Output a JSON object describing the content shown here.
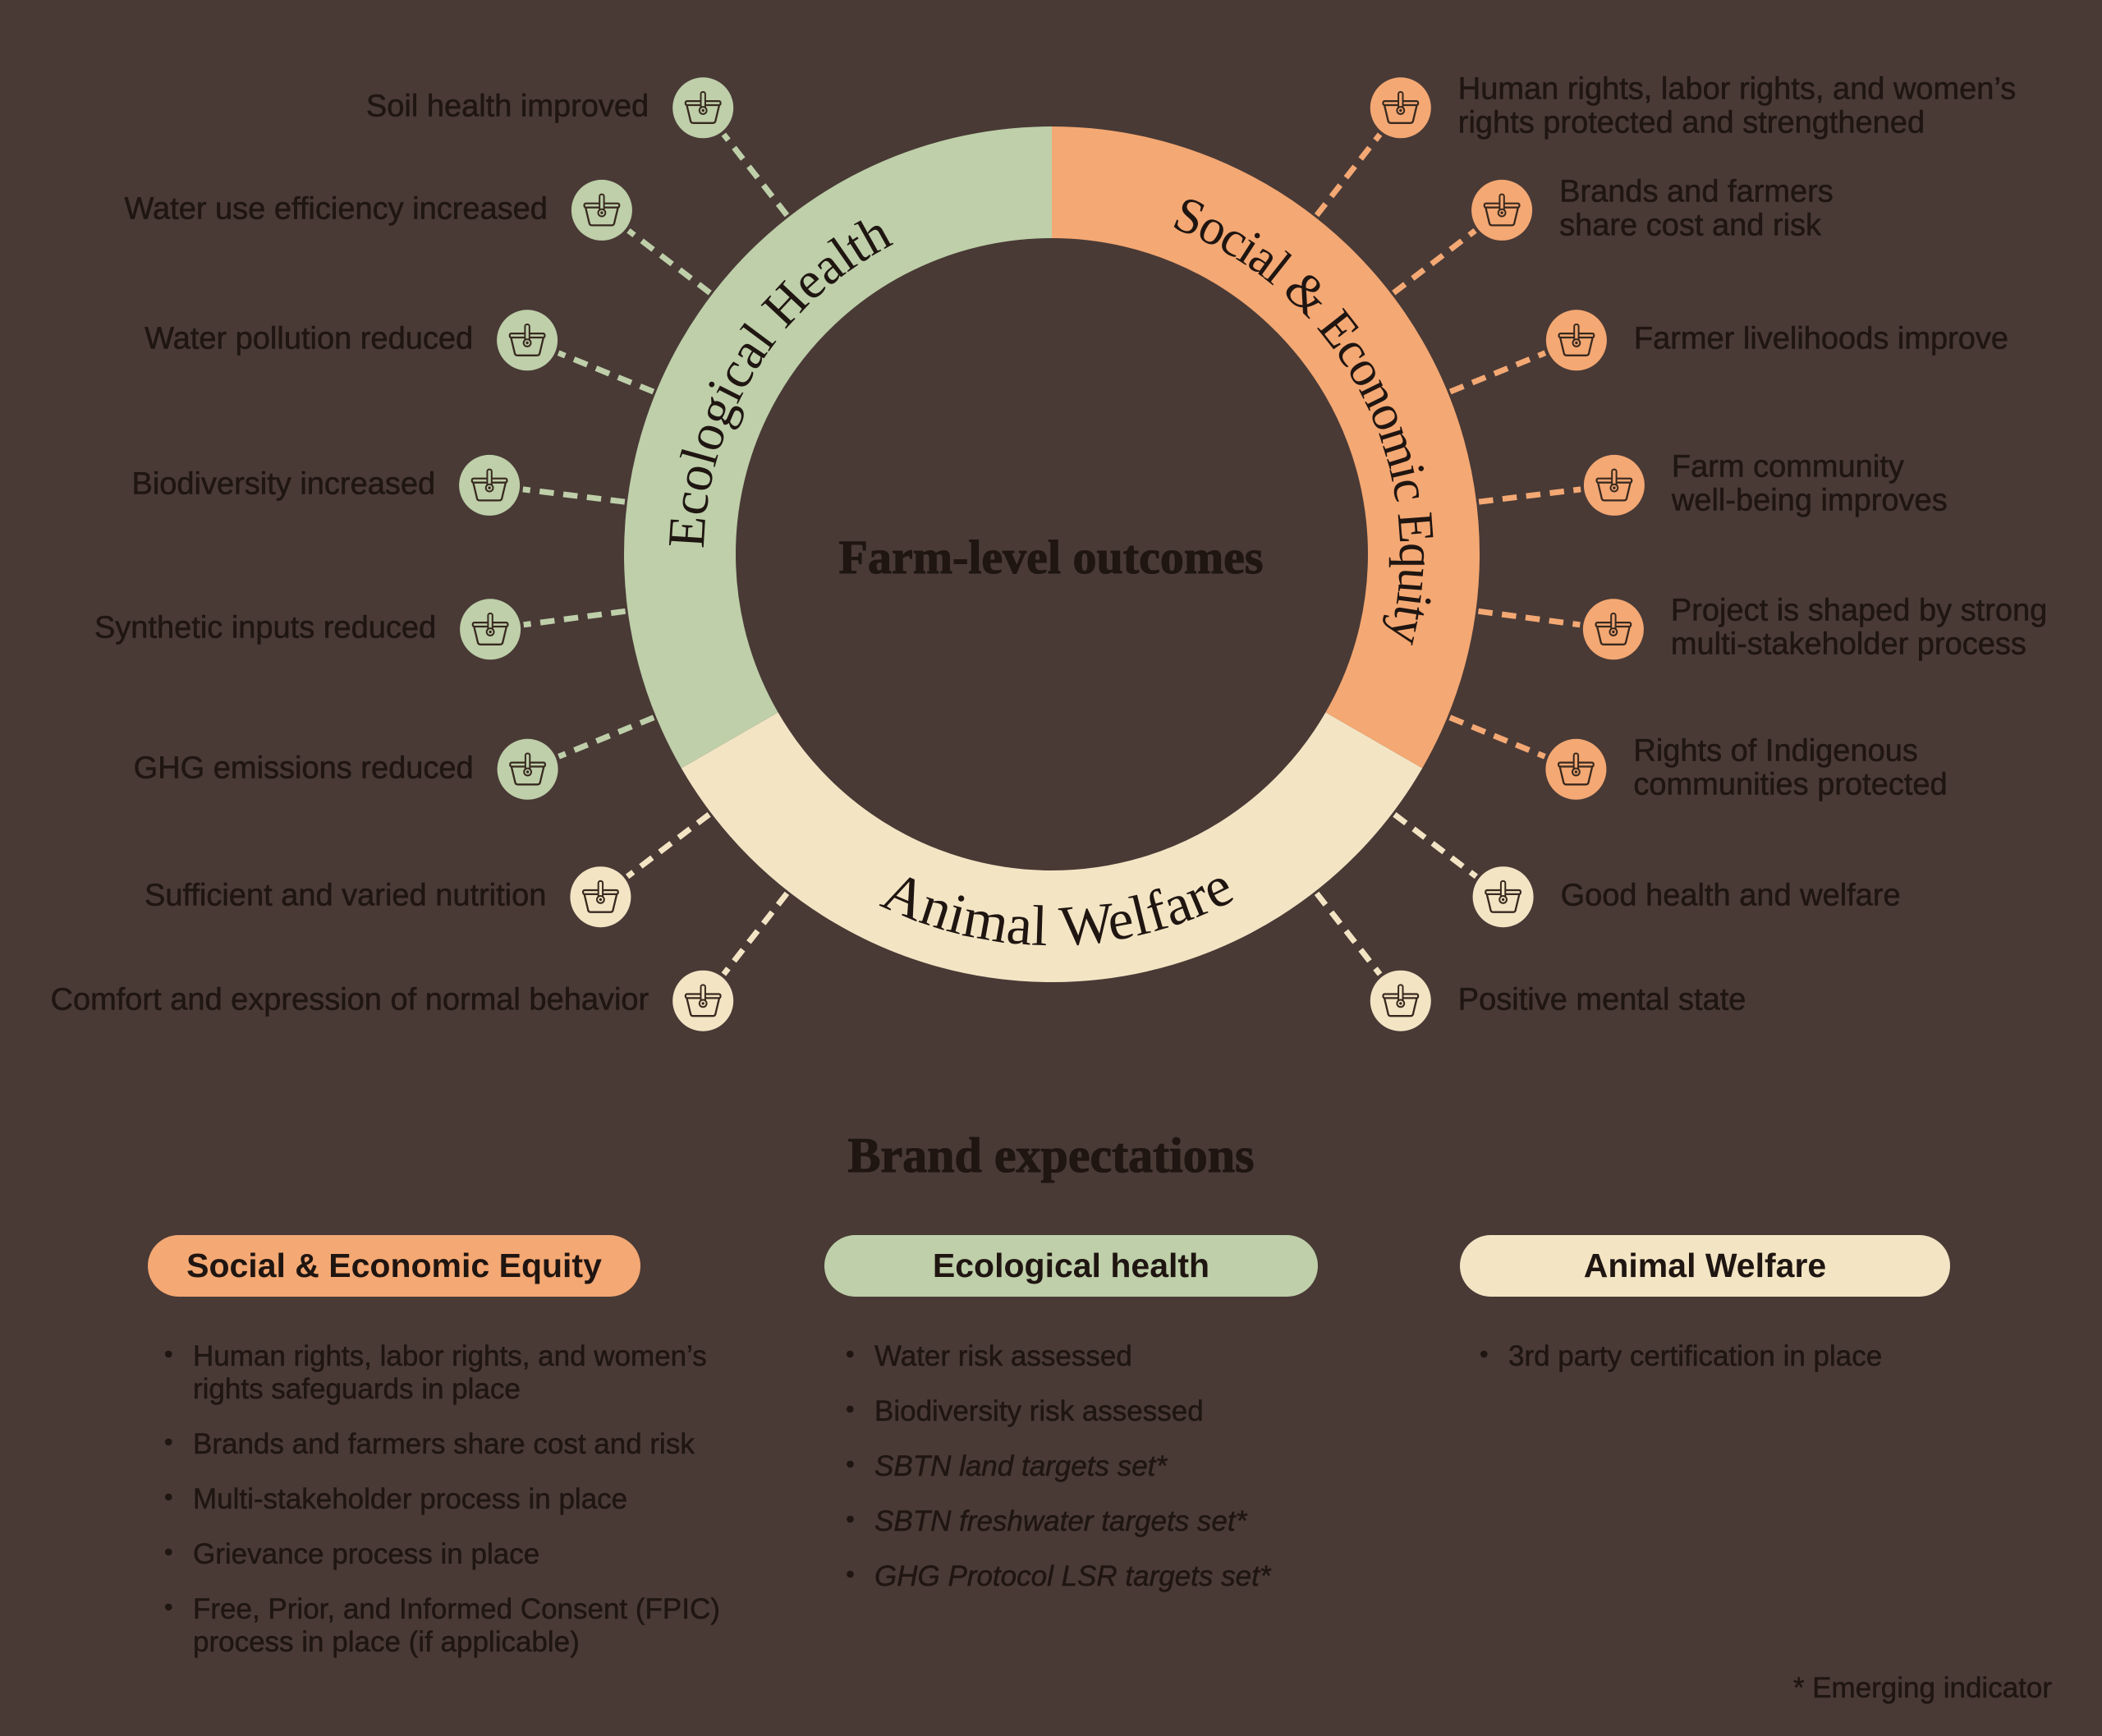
{
  "title": "Farm-level outcomes",
  "ring": {
    "center_label": "Farm-level outcomes",
    "segments": [
      {
        "id": "ecological",
        "label": "Ecological Health",
        "color": "#BECFA9"
      },
      {
        "id": "social",
        "label": "Social & Economic Equity",
        "color": "#F4A873"
      },
      {
        "id": "animal",
        "label": "Animal Welfare",
        "color": "#F3E5C4"
      }
    ]
  },
  "outcomes": {
    "left": [
      {
        "text": "Soil health improved",
        "segment": "ecological"
      },
      {
        "text": "Water use efficiency increased",
        "segment": "ecological"
      },
      {
        "text": "Water pollution reduced",
        "segment": "ecological"
      },
      {
        "text": "Biodiversity increased",
        "segment": "ecological"
      },
      {
        "text": "Synthetic inputs reduced",
        "segment": "ecological"
      },
      {
        "text": "GHG emissions reduced",
        "segment": "ecological"
      },
      {
        "text": "Sufficient and varied nutrition",
        "segment": "animal"
      },
      {
        "text": "Comfort and expression of normal behavior",
        "segment": "animal"
      }
    ],
    "right": [
      {
        "text": "Human rights, labor rights, and women’s\nrights protected and strengthened",
        "segment": "social"
      },
      {
        "text": "Brands and farmers\nshare cost and risk",
        "segment": "social"
      },
      {
        "text": "Farmer livelihoods improve",
        "segment": "social"
      },
      {
        "text": "Farm community\nwell-being improves",
        "segment": "social"
      },
      {
        "text": "Project is shaped by strong\nmulti-stakeholder process",
        "segment": "social"
      },
      {
        "text": "Rights of Indigenous\ncommunities protected",
        "segment": "social"
      },
      {
        "text": "Good health and welfare",
        "segment": "animal"
      },
      {
        "text": "Positive mental state",
        "segment": "animal"
      }
    ]
  },
  "brand_expectations": {
    "heading": "Brand expectations",
    "columns": [
      {
        "pill": "Social & Economic Equity",
        "color": "#F4A873",
        "items": [
          {
            "text": "Human rights, labor rights, and women’s\nrights safeguards in place",
            "italic": false
          },
          {
            "text": "Brands and farmers share cost and risk",
            "italic": false
          },
          {
            "text": "Multi-stakeholder process in place",
            "italic": false
          },
          {
            "text": "Grievance process in place",
            "italic": false
          },
          {
            "text": "Free, Prior, and Informed Consent (FPIC)\nprocess in place (if applicable)",
            "italic": false
          }
        ]
      },
      {
        "pill": "Ecological health",
        "color": "#BECFA9",
        "items": [
          {
            "text": "Water risk assessed",
            "italic": false
          },
          {
            "text": "Biodiversity risk assessed",
            "italic": false
          },
          {
            "text": "SBTN land targets set*",
            "italic": true
          },
          {
            "text": "SBTN freshwater targets set*",
            "italic": true
          },
          {
            "text": "GHG Protocol LSR targets set*",
            "italic": true
          }
        ]
      },
      {
        "pill": "Animal Welfare",
        "color": "#F3E5C4",
        "items": [
          {
            "text": "3rd party certification in place",
            "italic": false
          }
        ]
      }
    ],
    "footnote": "* Emerging indicator"
  }
}
